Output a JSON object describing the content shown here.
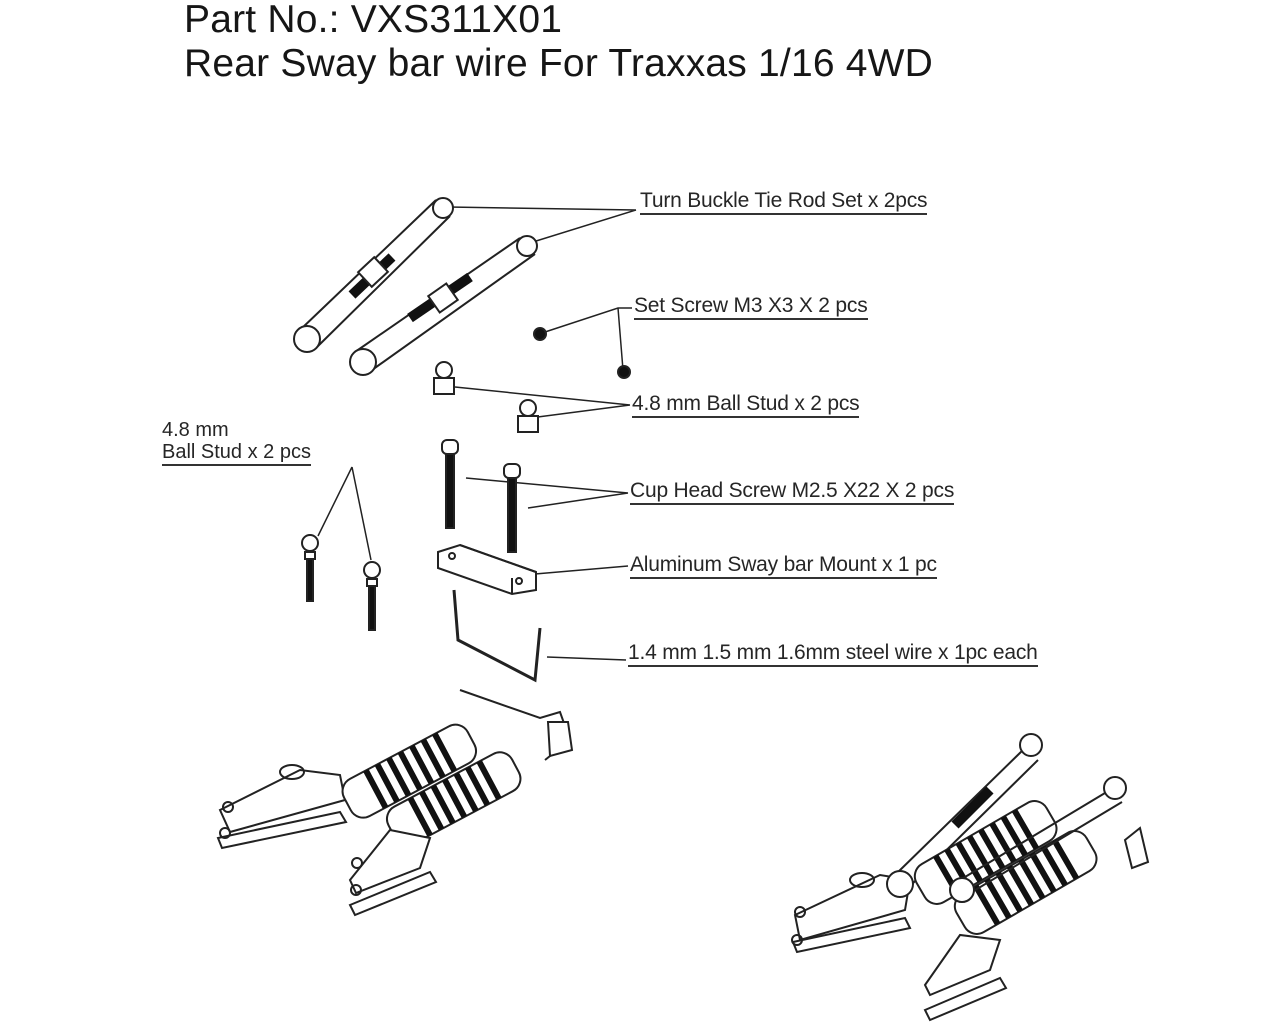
{
  "header": {
    "part_number_line": "Part No.: VXS311X01",
    "description_line": "Rear Sway bar wire For Traxxas 1/16 4WD"
  },
  "parts": [
    {
      "id": "turnbuckle",
      "label": "Turn Buckle Tie Rod Set x 2pcs"
    },
    {
      "id": "set-screw",
      "label": "Set Screw M3 X3 X 2 pcs"
    },
    {
      "id": "ball-stud-right",
      "label": "4.8 mm Ball Stud x 2 pcs"
    },
    {
      "id": "cup-head-screw",
      "label": "Cup Head Screw M2.5 X22 X 2 pcs"
    },
    {
      "id": "sway-bar-mount",
      "label": "Aluminum Sway bar Mount x 1 pc"
    },
    {
      "id": "steel-wire",
      "label": "1.4 mm 1.5 mm 1.6mm steel wire x 1pc each"
    }
  ],
  "left_label": {
    "line1": "4.8 mm",
    "line2": "Ball Stud x 2 pcs"
  },
  "colors": {
    "ink": "#1a1a1a",
    "background": "#ffffff"
  }
}
